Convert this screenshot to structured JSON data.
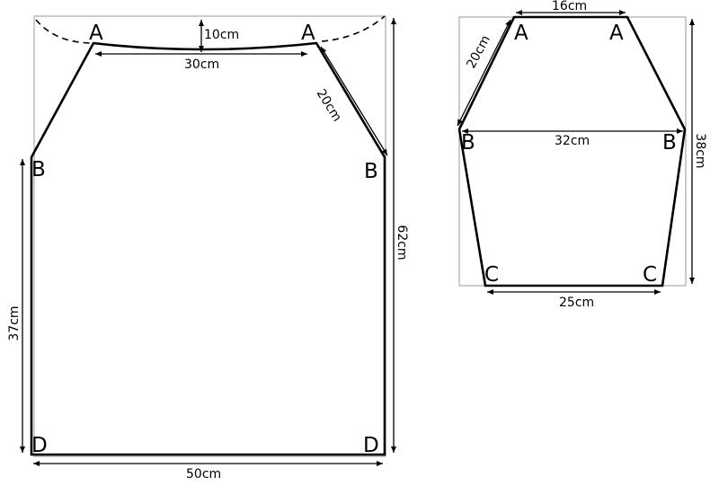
{
  "front_panel": {
    "vertex_labels": [
      "A",
      "A",
      "B",
      "B",
      "D",
      "D"
    ],
    "dimensions": {
      "neck_depth": "10cm",
      "neck_width": "30cm",
      "shoulder_length": "20cm",
      "side_height": "37cm",
      "total_height": "62cm",
      "bottom_width": "50cm"
    }
  },
  "side_panel": {
    "vertex_labels": [
      "A",
      "A",
      "B",
      "B",
      "C",
      "C"
    ],
    "dimensions": {
      "top_width": "16cm",
      "slant_length": "20cm",
      "middle_width": "32cm",
      "total_height": "38cm",
      "bottom_width": "25cm"
    }
  }
}
